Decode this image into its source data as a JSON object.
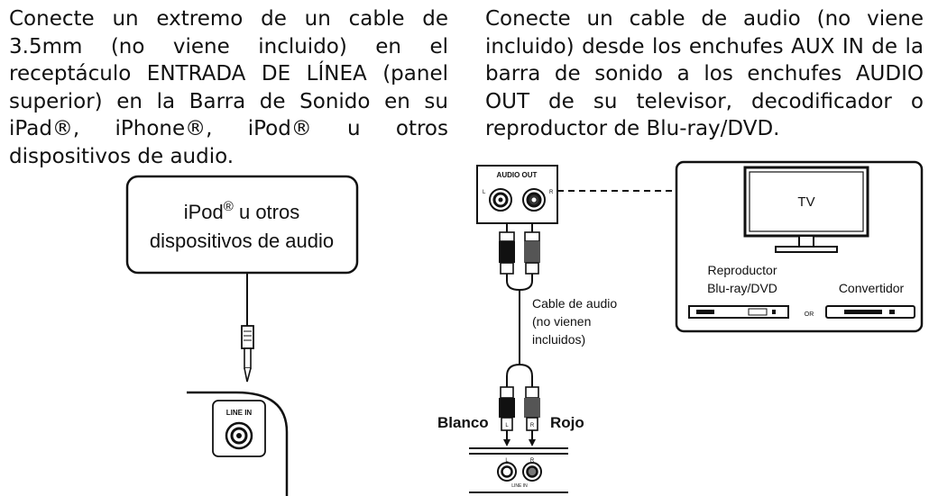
{
  "left_instruction": "Conecte un extremo de un cable de 3.5mm (no viene incluido) en el receptáculo ENTRADA DE LÍNEA (panel superior) en la Barra de Sonido en su iPad®, iPhone®, iPod® u otros dispositivos de audio.",
  "right_instruction": "Conecte un cable de audio (no viene incluido) desde los enchufes AUX IN de la barra de sonido a los enchufes AUDIO OUT de su televisor, decodificador o reproductor de Blu-ray/DVD.",
  "left_diagram": {
    "device_label_1": "iPod",
    "device_label_sup": "®",
    "device_label_1_rest": " u otros",
    "device_label_2": "dispositivos de audio",
    "line_in_label": "LINE IN"
  },
  "right_diagram": {
    "audio_out_label": "AUDIO OUT",
    "audio_out_l": "L",
    "audio_out_r": "R",
    "cable_label_1": "Cable de audio",
    "cable_label_2": "(no vienen",
    "cable_label_3": "incluidos)",
    "white_label": "Blanco",
    "red_label": "Rojo",
    "plug_l": "L",
    "plug_r": "R",
    "jack_l": "L",
    "jack_r": "R",
    "aux_in_label": "LINE IN",
    "tv_label": "TV",
    "player_label_1": "Reproductor",
    "player_label_2": "Blu-ray/DVD",
    "or_label": "OR",
    "converter_label": "Convertidor"
  }
}
